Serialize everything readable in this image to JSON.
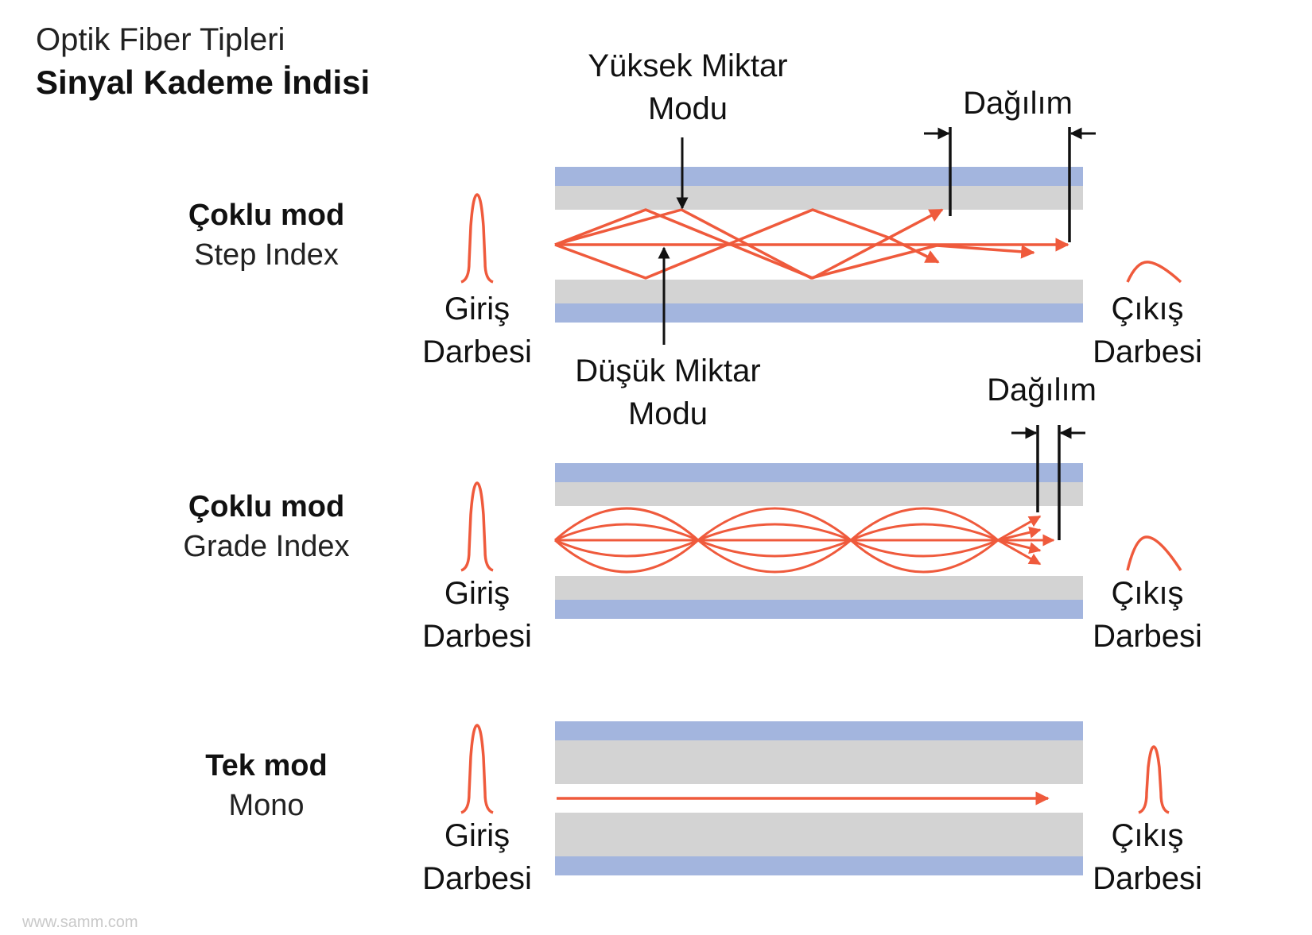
{
  "header": {
    "subtitle": "Optik Fiber Tipleri",
    "title": "Sinyal Kademe İndisi"
  },
  "colors": {
    "cladding_outer": "#a3b5de",
    "cladding_inner": "#d3d3d3",
    "ray": "#ef5a3c",
    "pointer": "#111111"
  },
  "fibers": [
    {
      "mode_name": "Çoklu mod",
      "mode_sub": "Step Index",
      "input_label_1": "Giriş",
      "input_label_2": "Darbesi",
      "output_label_1": "Çıkış",
      "output_label_2": "Darbesi"
    },
    {
      "mode_name": "Çoklu mod",
      "mode_sub": "Grade Index",
      "input_label_1": "Giriş",
      "input_label_2": "Darbesi",
      "output_label_1": "Çıkış",
      "output_label_2": "Darbesi"
    },
    {
      "mode_name": "Tek mod",
      "mode_sub": "Mono",
      "input_label_1": "Giriş",
      "input_label_2": "Darbesi",
      "output_label_1": "Çıkış",
      "output_label_2": "Darbesi"
    }
  ],
  "annotations": {
    "high_mode_1": "Yüksek Miktar",
    "high_mode_2": "Modu",
    "low_mode_1": "Düşük Miktar",
    "low_mode_2": "Modu",
    "dispersion_1": "Dağılım",
    "dispersion_2": "Dağılım"
  },
  "watermark": "www.samm.com"
}
